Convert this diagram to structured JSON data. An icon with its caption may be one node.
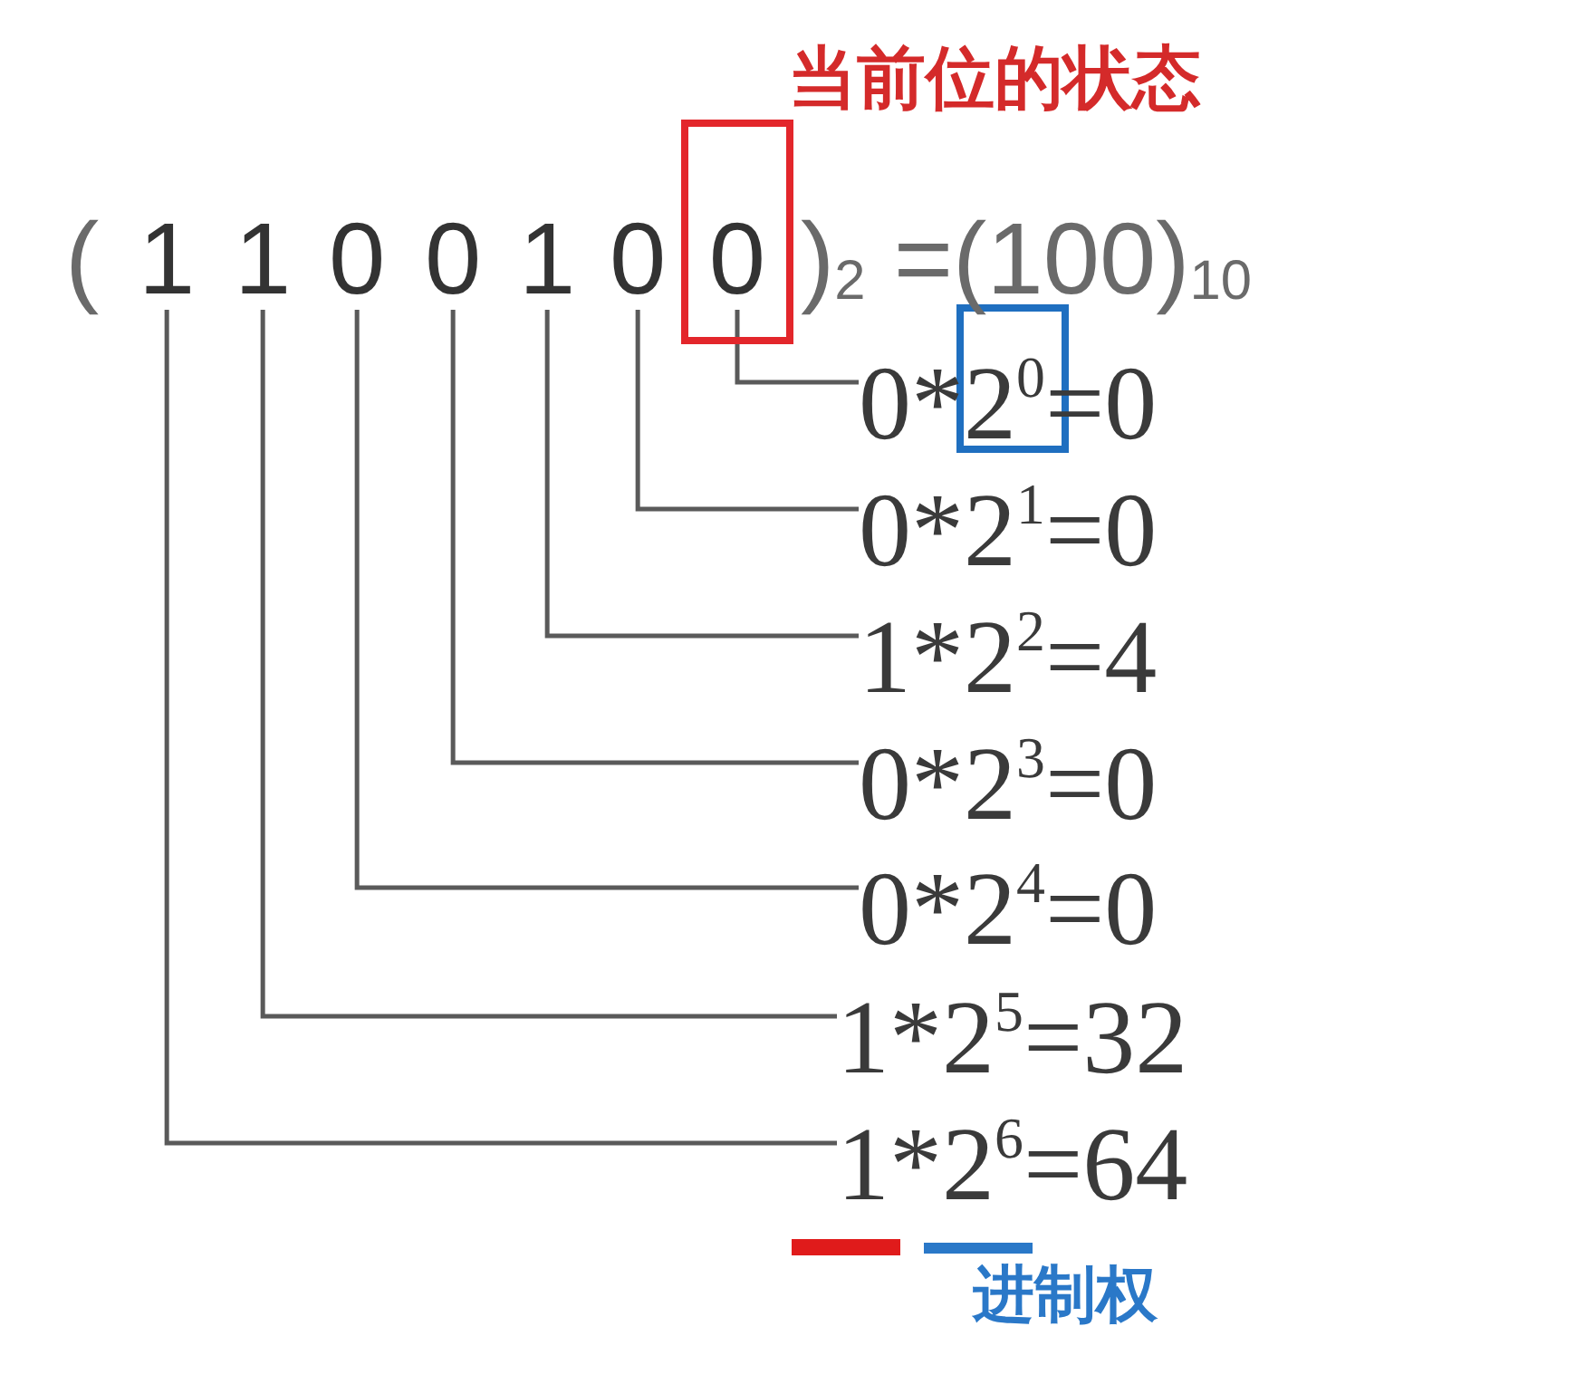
{
  "diagram": {
    "nodes": [
      {
        "text": [
          "当前位的状态"
        ]
      },
      {
        "text": [
          "1"
        ]
      },
      {
        "text": [
          "1"
        ]
      },
      {
        "text": [
          "0"
        ]
      },
      {
        "text": [
          "0"
        ]
      },
      {
        "text": [
          "1"
        ]
      },
      {
        "text": [
          "0"
        ]
      },
      {
        "text": [
          "0"
        ],
        "in": 0
      },
      {
        "text": [
          "0*2$^{0}$=0"
        ]
      },
      {
        "text": [
          "0*2$^{1}$=0"
        ]
      },
      {
        "text": [
          "1*2$^{2}$=4"
        ]
      },
      {
        "text": [
          "0*2$^{3}$=0"
        ]
      },
      {
        "text": [
          "0*2$^{4}$=0"
        ]
      },
      {
        "text": [
          "1*2$^{5}$=32"
        ]
      },
      {
        "text": [
          "1*2$^{6}$=64"
        ]
      }
    ],
    "edges": [
      {
        "from": 7,
        "to": 8,
        "arrow": "none"
      },
      {
        "from": 6,
        "to": 9,
        "arrow": "none"
      },
      {
        "from": 5,
        "to": 10,
        "arrow": "none"
      },
      {
        "from": 4,
        "to": 11,
        "arrow": "none"
      },
      {
        "from": 3,
        "to": 12,
        "arrow": "none"
      },
      {
        "from": 2,
        "to": 13,
        "arrow": "none"
      },
      {
        "from": 1,
        "to": 14,
        "arrow": "none"
      }
    ],
    "labels": [
      "(",
      ")$_{2}$ =(100)$_{10}$"
    ],
    "legend": [
      {
        "text": "进制权",
        "color": "#2a78c8"
      }
    ]
  }
}
